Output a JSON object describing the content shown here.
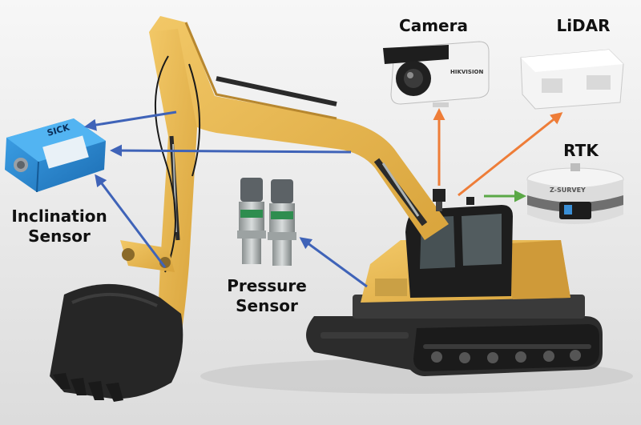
{
  "labels": {
    "camera": "Camera",
    "lidar": "LiDAR",
    "rtk": "RTK",
    "inclination_line1": "Inclination",
    "inclination_line2": "Sensor",
    "pressure_line1": "Pressure",
    "pressure_line2": "Sensor"
  },
  "device_text": {
    "sick_logo": "SICK",
    "camera_brand": "HIKVISION",
    "rtk_brand": "Z-SURVEY"
  },
  "colors": {
    "blue_arrow": "#3f63b8",
    "orange_arrow": "#ee7d38",
    "green_arrow": "#5aa846",
    "excavator_yellow": "#e9b84e",
    "sensor_blue": "#2f8fd6"
  },
  "icons": [
    "inclination-sensor-icon",
    "pressure-sensor-icon",
    "camera-icon",
    "lidar-icon",
    "rtk-receiver-icon",
    "excavator-icon"
  ]
}
